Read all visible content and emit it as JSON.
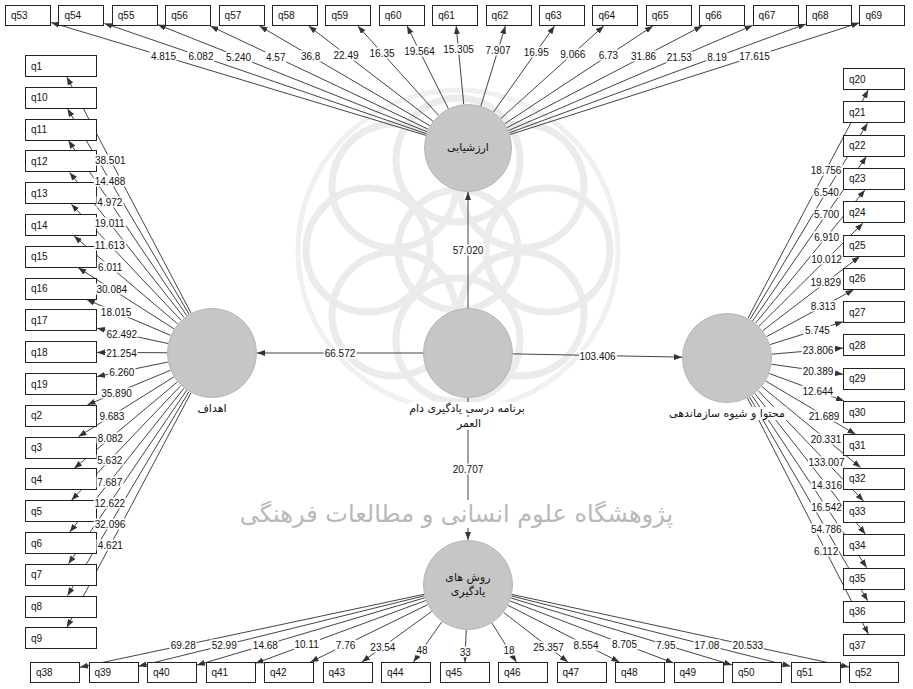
{
  "diagram": {
    "nodes": [
      {
        "text": [
          "q53"
        ]
      },
      {
        "text": [
          "q54"
        ]
      },
      {
        "text": [
          "q55"
        ]
      },
      {
        "text": [
          "q56"
        ]
      },
      {
        "text": [
          "q57"
        ]
      },
      {
        "text": [
          "q58"
        ]
      },
      {
        "text": [
          "q59"
        ]
      },
      {
        "text": [
          "q60"
        ]
      },
      {
        "text": [
          "q61"
        ]
      },
      {
        "text": [
          "q62"
        ]
      },
      {
        "text": [
          "q63"
        ]
      },
      {
        "text": [
          "q64"
        ]
      },
      {
        "text": [
          "q65"
        ]
      },
      {
        "text": [
          "q66"
        ]
      },
      {
        "text": [
          "q67"
        ]
      },
      {
        "text": [
          "q68"
        ]
      },
      {
        "text": [
          "q69"
        ]
      },
      {
        "text": [
          "ارزشیابی"
        ]
      },
      {
        "text": [
          "q1"
        ]
      },
      {
        "text": [
          "q10"
        ]
      },
      {
        "text": [
          "q11"
        ]
      },
      {
        "text": [
          "q12"
        ]
      },
      {
        "text": [
          "q13"
        ]
      },
      {
        "text": [
          "q14"
        ]
      },
      {
        "text": [
          "q15"
        ]
      },
      {
        "text": [
          "q16"
        ]
      },
      {
        "text": [
          "q17"
        ]
      },
      {
        "text": [
          "q18"
        ]
      },
      {
        "text": [
          "q19"
        ]
      },
      {
        "text": [
          "q2"
        ]
      },
      {
        "text": [
          "q3"
        ]
      },
      {
        "text": [
          "q4"
        ]
      },
      {
        "text": [
          "q5"
        ]
      },
      {
        "text": [
          "q6"
        ]
      },
      {
        "text": [
          "q7"
        ]
      },
      {
        "text": [
          "q8"
        ]
      },
      {
        "text": [
          "q9"
        ]
      },
      {
        "text": [
          "q20"
        ]
      },
      {
        "text": [
          "q21"
        ]
      },
      {
        "text": [
          "q22"
        ]
      },
      {
        "text": [
          "q23"
        ]
      },
      {
        "text": [
          "q24"
        ]
      },
      {
        "text": [
          "q25"
        ]
      },
      {
        "text": [
          "q26"
        ]
      },
      {
        "text": [
          "q27"
        ]
      },
      {
        "text": [
          "q28"
        ]
      },
      {
        "text": [
          "q29"
        ]
      },
      {
        "text": [
          "q30"
        ]
      },
      {
        "text": [
          "q31"
        ]
      },
      {
        "text": [
          "q32"
        ]
      },
      {
        "text": [
          "q33"
        ]
      },
      {
        "text": [
          "q34"
        ]
      },
      {
        "text": [
          "q35"
        ]
      },
      {
        "text": [
          "q36"
        ]
      },
      {
        "text": [
          "q37"
        ]
      },
      {
        "text": [
          "اهداف"
        ]
      },
      {
        "text": [
          "برنامه درسی یادگیری دام العمر"
        ]
      },
      {
        "text": [
          "محتوا و شیوه سازماندهی"
        ]
      },
      {
        "text": [
          "روش های یادگیری"
        ]
      },
      {
        "text": [
          "q38"
        ]
      },
      {
        "text": [
          "q39"
        ]
      },
      {
        "text": [
          "q40"
        ]
      },
      {
        "text": [
          "q41"
        ]
      },
      {
        "text": [
          "q42"
        ]
      },
      {
        "text": [
          "q43"
        ]
      },
      {
        "text": [
          "q44"
        ]
      },
      {
        "text": [
          "q45"
        ]
      },
      {
        "text": [
          "q46"
        ]
      },
      {
        "text": [
          "q47"
        ]
      },
      {
        "text": [
          "q48"
        ]
      },
      {
        "text": [
          "q49"
        ]
      },
      {
        "text": [
          "q50"
        ]
      },
      {
        "text": [
          "q51"
        ]
      },
      {
        "text": [
          "q52"
        ]
      }
    ],
    "edges": [
      {
        "from": 17,
        "to": 0,
        "label": "4.815",
        "arrow": "to"
      },
      {
        "from": 17,
        "to": 1,
        "label": "6.082",
        "arrow": "to"
      },
      {
        "from": 17,
        "to": 2,
        "label": "5.240",
        "arrow": "to"
      },
      {
        "from": 17,
        "to": 3,
        "label": "4.57",
        "arrow": "to"
      },
      {
        "from": 17,
        "to": 4,
        "label": "36.8",
        "arrow": "to"
      },
      {
        "from": 17,
        "to": 5,
        "label": "22.49",
        "arrow": "to"
      },
      {
        "from": 17,
        "to": 6,
        "label": "16.35",
        "arrow": "to"
      },
      {
        "from": 17,
        "to": 7,
        "label": "19.564",
        "arrow": "to"
      },
      {
        "from": 17,
        "to": 8,
        "label": "15.305",
        "arrow": "to"
      },
      {
        "from": 17,
        "to": 9,
        "label": "7.907",
        "arrow": "to"
      },
      {
        "from": 17,
        "to": 10,
        "label": "16.95",
        "arrow": "to"
      },
      {
        "from": 17,
        "to": 11,
        "label": "9.066",
        "arrow": "to"
      },
      {
        "from": 17,
        "to": 12,
        "label": "6.73",
        "arrow": "to"
      },
      {
        "from": 17,
        "to": 13,
        "label": "31.86",
        "arrow": "to"
      },
      {
        "from": 17,
        "to": 14,
        "label": "21.53",
        "arrow": "to"
      },
      {
        "from": 17,
        "to": 15,
        "label": "8.19",
        "arrow": "to"
      },
      {
        "from": 17,
        "to": 16,
        "label": "17.615",
        "arrow": "to"
      },
      {
        "from": 56,
        "to": 17,
        "label": "57.020",
        "arrow": "to"
      },
      {
        "from": 56,
        "to": 55,
        "label": "66.572",
        "arrow": "to"
      },
      {
        "from": 56,
        "to": 57,
        "label": "103.406",
        "arrow": "to"
      },
      {
        "from": 56,
        "to": 58,
        "label": "20.707",
        "arrow": "to"
      },
      {
        "from": 55,
        "to": 18,
        "label": "38.501",
        "arrow": "to"
      },
      {
        "from": 55,
        "to": 19,
        "label": "14.488",
        "arrow": "to"
      },
      {
        "from": 55,
        "to": 20,
        "label": "4.972",
        "arrow": "to"
      },
      {
        "from": 55,
        "to": 21,
        "label": "19.011",
        "arrow": "to"
      },
      {
        "from": 55,
        "to": 22,
        "label": "11.613",
        "arrow": "to"
      },
      {
        "from": 55,
        "to": 23,
        "label": "6.011",
        "arrow": "to"
      },
      {
        "from": 55,
        "to": 24,
        "label": "30.084",
        "arrow": "to"
      },
      {
        "from": 55,
        "to": 25,
        "label": "18.015",
        "arrow": "to"
      },
      {
        "from": 55,
        "to": 26,
        "label": "62.492",
        "arrow": "to"
      },
      {
        "from": 55,
        "to": 27,
        "label": "21.254",
        "arrow": "to"
      },
      {
        "from": 55,
        "to": 28,
        "label": "6.260",
        "arrow": "to"
      },
      {
        "from": 55,
        "to": 29,
        "label": "35.890",
        "arrow": "to"
      },
      {
        "from": 55,
        "to": 30,
        "label": "9.683",
        "arrow": "to"
      },
      {
        "from": 55,
        "to": 31,
        "label": "8.082",
        "arrow": "to"
      },
      {
        "from": 55,
        "to": 32,
        "label": "5.632",
        "arrow": "to"
      },
      {
        "from": 55,
        "to": 33,
        "label": "7.687",
        "arrow": "to"
      },
      {
        "from": 55,
        "to": 34,
        "label": "12.622",
        "arrow": "to"
      },
      {
        "from": 55,
        "to": 35,
        "label": "32.096",
        "arrow": "to"
      },
      {
        "from": 55,
        "to": 36,
        "label": "4.621",
        "arrow": "to"
      },
      {
        "from": 57,
        "to": 37,
        "label": "18.756",
        "arrow": "to"
      },
      {
        "from": 57,
        "to": 38,
        "label": "6.540",
        "arrow": "to"
      },
      {
        "from": 57,
        "to": 39,
        "label": "5.700",
        "arrow": "to"
      },
      {
        "from": 57,
        "to": 40,
        "label": "6.910",
        "arrow": "to"
      },
      {
        "from": 57,
        "to": 41,
        "label": "10.012",
        "arrow": "to"
      },
      {
        "from": 57,
        "to": 42,
        "label": "19.829",
        "arrow": "to"
      },
      {
        "from": 57,
        "to": 43,
        "label": "8.313",
        "arrow": "to"
      },
      {
        "from": 57,
        "to": 44,
        "label": "5.745",
        "arrow": "to"
      },
      {
        "from": 57,
        "to": 45,
        "label": "23.806",
        "arrow": "to"
      },
      {
        "from": 57,
        "to": 46,
        "label": "20.389",
        "arrow": "to"
      },
      {
        "from": 57,
        "to": 47,
        "label": "12.644",
        "arrow": "to"
      },
      {
        "from": 57,
        "to": 48,
        "label": "21.689",
        "arrow": "to"
      },
      {
        "from": 57,
        "to": 49,
        "label": "20.331",
        "arrow": "to"
      },
      {
        "from": 57,
        "to": 50,
        "label": "133.007",
        "arrow": "to"
      },
      {
        "from": 57,
        "to": 51,
        "label": "14.316",
        "arrow": "to"
      },
      {
        "from": 57,
        "to": 52,
        "label": "16.542",
        "arrow": "to"
      },
      {
        "from": 57,
        "to": 53,
        "label": "54.786",
        "arrow": "to"
      },
      {
        "from": 57,
        "to": 54,
        "label": "6.112",
        "arrow": "to"
      },
      {
        "from": 58,
        "to": 59,
        "label": "69.28",
        "arrow": "to"
      },
      {
        "from": 58,
        "to": 60,
        "label": "52.99",
        "arrow": "to"
      },
      {
        "from": 58,
        "to": 61,
        "label": "14.68",
        "arrow": "to"
      },
      {
        "from": 58,
        "to": 62,
        "label": "10.11",
        "arrow": "to"
      },
      {
        "from": 58,
        "to": 63,
        "label": "7.76",
        "arrow": "to"
      },
      {
        "from": 58,
        "to": 64,
        "label": "23.54",
        "arrow": "to"
      },
      {
        "from": 58,
        "to": 65,
        "label": "48",
        "arrow": "to"
      },
      {
        "from": 58,
        "to": 66,
        "label": "33",
        "arrow": "to"
      },
      {
        "from": 58,
        "to": 67,
        "label": "18",
        "arrow": "to"
      },
      {
        "from": 58,
        "to": 68,
        "label": "25.357",
        "arrow": "to"
      },
      {
        "from": 58,
        "to": 69,
        "label": "8.554",
        "arrow": "to"
      },
      {
        "from": 58,
        "to": 70,
        "label": "8.705",
        "arrow": "to"
      },
      {
        "from": 58,
        "to": 71,
        "label": "7.95",
        "arrow": "to"
      },
      {
        "from": 58,
        "to": 72,
        "label": "17.08",
        "arrow": "to"
      },
      {
        "from": 58,
        "to": 73,
        "label": "20.533",
        "arrow": "to"
      }
    ],
    "labels": [
      "پژوهشگاه علوم انسانی و مطالعات فرهنگی"
    ]
  }
}
